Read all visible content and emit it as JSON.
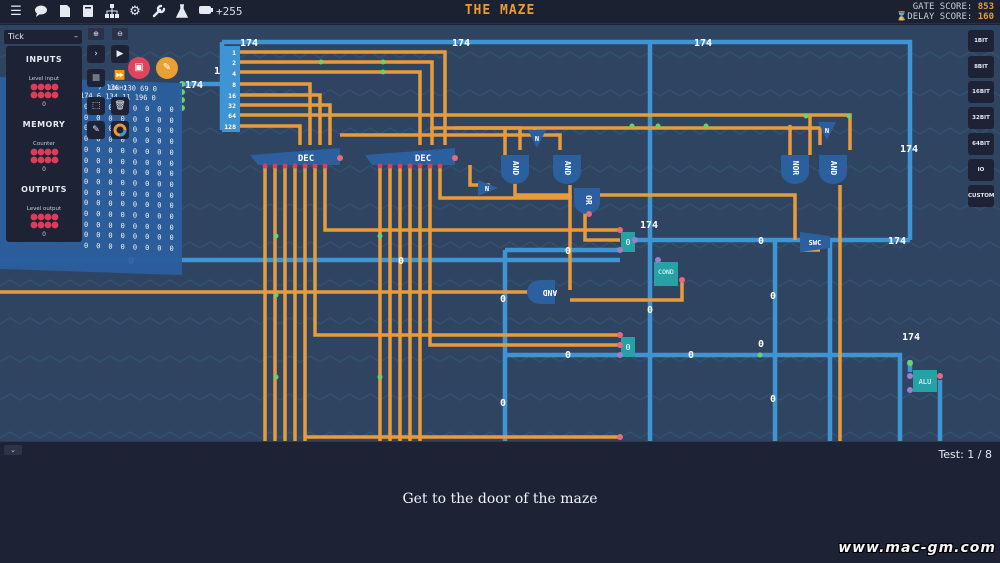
{
  "topbar": {
    "icons": [
      "menu-icon",
      "chat-icon",
      "file-icon",
      "book-icon",
      "hierarchy-icon",
      "gear-icon",
      "wrench-icon",
      "flask-icon",
      "battery-icon"
    ],
    "energy": "+255",
    "title": "THE MAZE",
    "gate_score_label": "GATE SCORE:",
    "gate_score": "853",
    "delay_score_label": "DELAY SCORE:",
    "delay_score": "160"
  },
  "left": {
    "tick_label": "Tick",
    "inputs_title": "INPUTS",
    "inputs_item": "Level input",
    "inputs_value": "0",
    "memory_title": "MEMORY",
    "memory_item": "Counter",
    "memory_value": "0",
    "outputs_title": "OUTPUTS",
    "outputs_item": "Level output",
    "outputs_value": "0",
    "speed_label": "10kHz"
  },
  "right_buttons": [
    "1BIT",
    "8BIT",
    "16BIT",
    "32BIT",
    "64BIT",
    "IO",
    "CUSTOM"
  ],
  "circuit": {
    "input_bits": [
      "1",
      "2",
      "4",
      "8",
      "16",
      "32",
      "64",
      "128"
    ],
    "wire_values": {
      "top_bus": "174",
      "right_bus": "174",
      "reg1_out": "174",
      "reg2_out": "174",
      "left_bus": "0",
      "mid_bus": "0",
      "zero": "0",
      "clipped_1": "1",
      "mem_header": "7 136",
      "mem_header2": "130 69 0",
      "mem_header3": "174 6 134 11 196 0"
    },
    "gates": {
      "dec": "DEC",
      "and": "AND",
      "nor": "NOR",
      "or": "OR",
      "not": "N",
      "switch": "SWC",
      "cond": "COND",
      "alu": "ALU"
    }
  },
  "bottom": {
    "test_label": "Test: 1 / 8",
    "instruction": "Get to the door of the maze",
    "watermark": "www.mac-gm.com"
  },
  "colors": {
    "orange_wire": "#e79b3a",
    "blue_wire": "#3f94d4",
    "gate_blue": "#2b5f9e",
    "teal_component": "#26a1a6",
    "background": "#2e4460",
    "panel": "#1d2335",
    "memory_red": "#e03c5a"
  }
}
